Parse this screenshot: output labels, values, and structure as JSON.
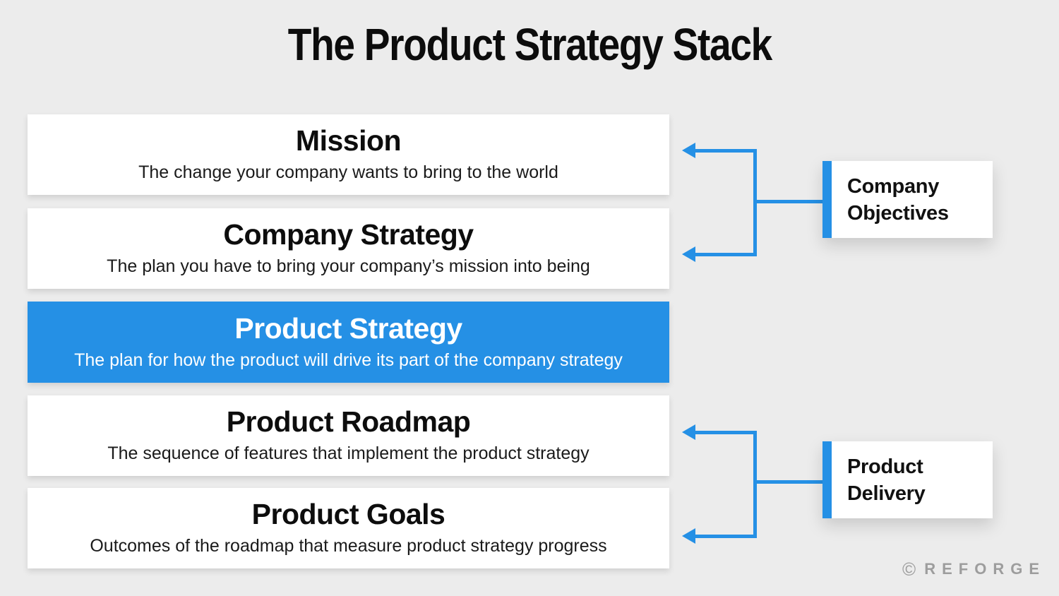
{
  "title": "The Product Strategy Stack",
  "colors": {
    "accent_blue": "#2590E5",
    "background_gray": "#ECECEC",
    "box_white": "#FFFFFF",
    "text_dark": "#0D0D0D",
    "logo_gray": "#9D9D9D"
  },
  "stack": {
    "items": [
      {
        "heading": "Mission",
        "description": "The change your company wants to bring to the world",
        "highlighted": false
      },
      {
        "heading": "Company Strategy",
        "description": "The plan you have to bring your company’s mission into being",
        "highlighted": false
      },
      {
        "heading": "Product Strategy",
        "description": "The plan for how the product will drive its part of the company strategy",
        "highlighted": true
      },
      {
        "heading": "Product Roadmap",
        "description": "The sequence of features that implement the product strategy",
        "highlighted": false
      },
      {
        "heading": "Product Goals",
        "description": "Outcomes of the roadmap that measure product strategy progress",
        "highlighted": false
      }
    ]
  },
  "callouts": [
    {
      "label": "Company Objectives",
      "points_to": [
        "Mission",
        "Company Strategy"
      ]
    },
    {
      "label": "Product Delivery",
      "points_to": [
        "Product Roadmap",
        "Product Goals"
      ]
    }
  ],
  "footer": {
    "copyright_symbol": "©",
    "logo_text": "REFORGE"
  }
}
